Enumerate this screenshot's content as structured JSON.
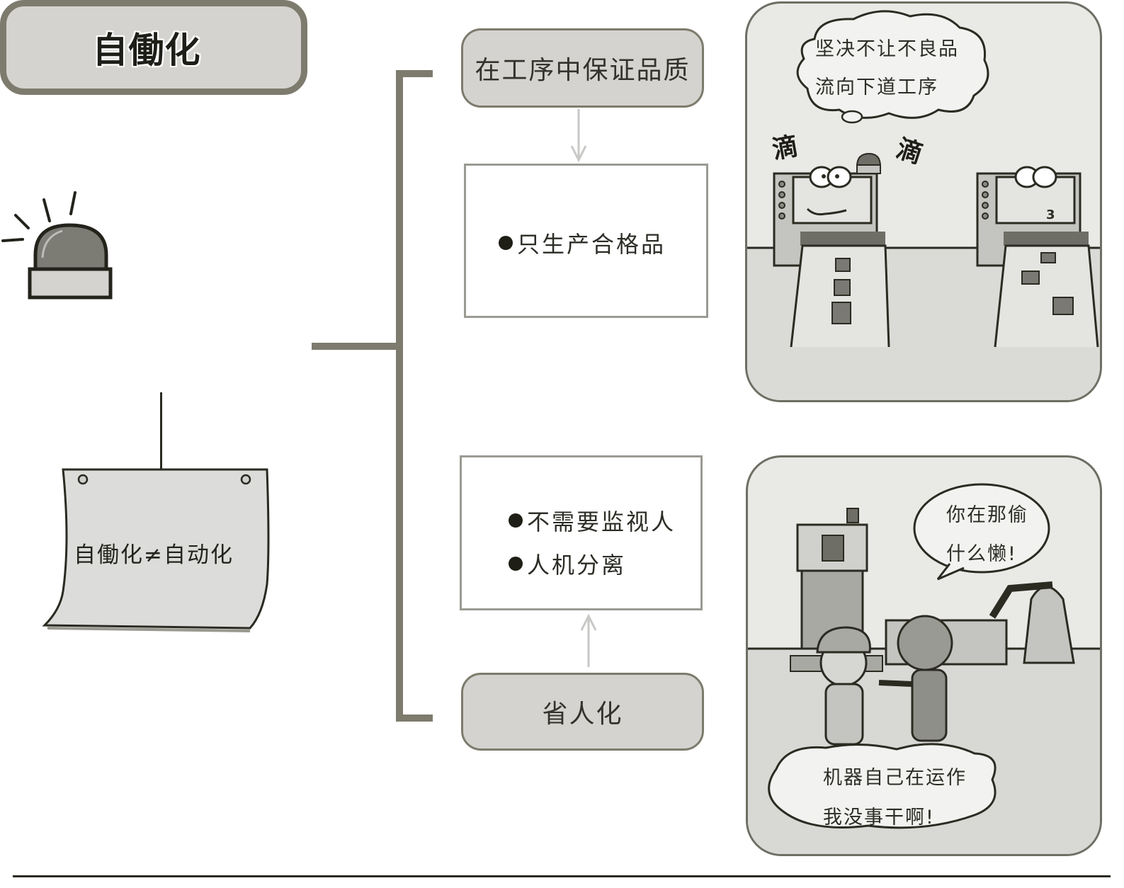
{
  "main_node": {
    "title": "自働化",
    "note": "自働化≠自动化",
    "icon": "warning-beacon-icon"
  },
  "branches": [
    {
      "label": "在工序中保证品质",
      "arrow": "down",
      "points": [
        "只生产合格品"
      ],
      "cartoon": {
        "bubble_lines": [
          "坚决不让不良品",
          "流向下道工序"
        ],
        "sound_effects": [
          "滴",
          "滴"
        ],
        "machine_display": "3"
      }
    },
    {
      "label": "省人化",
      "arrow": "up",
      "points": [
        "不需要监视人",
        "人机分离"
      ],
      "cartoon": {
        "bubble_top_lines": [
          "你在那偷",
          "什么懒!"
        ],
        "bubble_bottom_lines": [
          "机器自己在运作",
          "我没事干啊!"
        ]
      }
    }
  ],
  "colors": {
    "connector": "#7d7b6d",
    "node_fill": "#d4d3cf",
    "box_border": "#9b9a93",
    "panel_fill": "#e9e9e6",
    "arrow": "#c8c8c6"
  }
}
